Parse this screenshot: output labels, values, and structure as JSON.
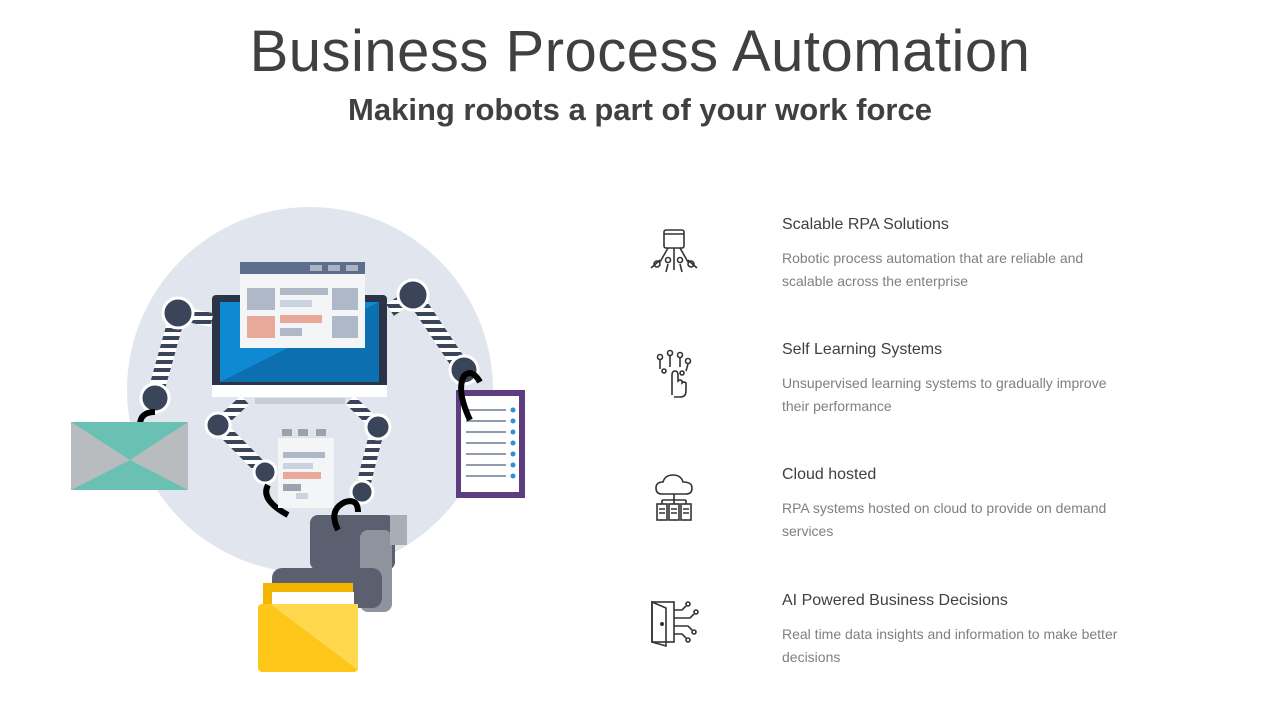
{
  "slide": {
    "title": "Business Process Automation",
    "subtitle": "Making robots a part of your work force"
  },
  "illustration": {
    "icon": "robotic-arms-illustration",
    "colors": {
      "circle": "#e1e6ee",
      "arm_dark": "#3b4559",
      "screen": "#0f8ad2",
      "envelope": "#6ac1b3",
      "folder": "#ffc61a",
      "clipboard": "#5d3d80"
    }
  },
  "features": [
    {
      "icon": "robot-hand-icon",
      "title": "Scalable RPA Solutions",
      "description": "Robotic process automation that are reliable and scalable across the enterprise"
    },
    {
      "icon": "touch-network-icon",
      "title": "Self Learning Systems",
      "description": "Unsupervised learning systems to gradually improve their performance"
    },
    {
      "icon": "cloud-servers-icon",
      "title": "Cloud hosted",
      "description": "RPA systems hosted on cloud to provide on demand services"
    },
    {
      "icon": "door-circuit-icon",
      "title": "AI Powered Business Decisions",
      "description": "Real time data insights and information to make better decisions"
    }
  ]
}
